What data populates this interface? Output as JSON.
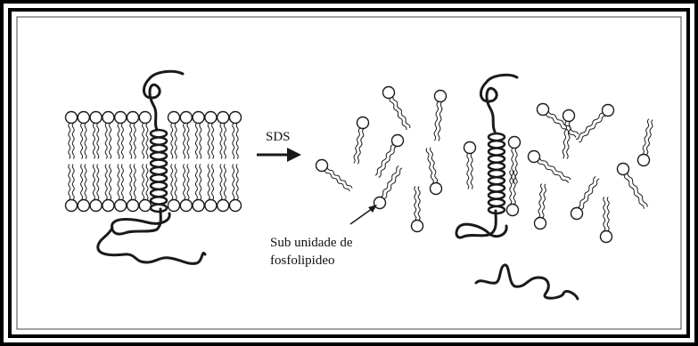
{
  "diagram": {
    "arrow_label": "SDS",
    "annotation_line1": "Sub unidade de",
    "annotation_line2": "fosfolipideo",
    "colors": {
      "border": "#000000",
      "line": "#1a1a1a",
      "background": "#ffffff"
    }
  }
}
